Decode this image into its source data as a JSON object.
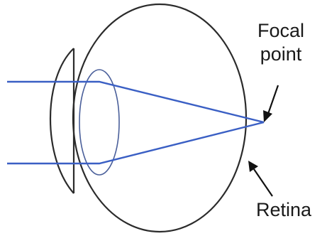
{
  "labels": {
    "focal_point_line1": "Focal",
    "focal_point_line2": "point",
    "retina": "Retina"
  },
  "colors": {
    "outline": "#2b2b2b",
    "ray": "#3a5fc4",
    "arrow": "#111111"
  }
}
